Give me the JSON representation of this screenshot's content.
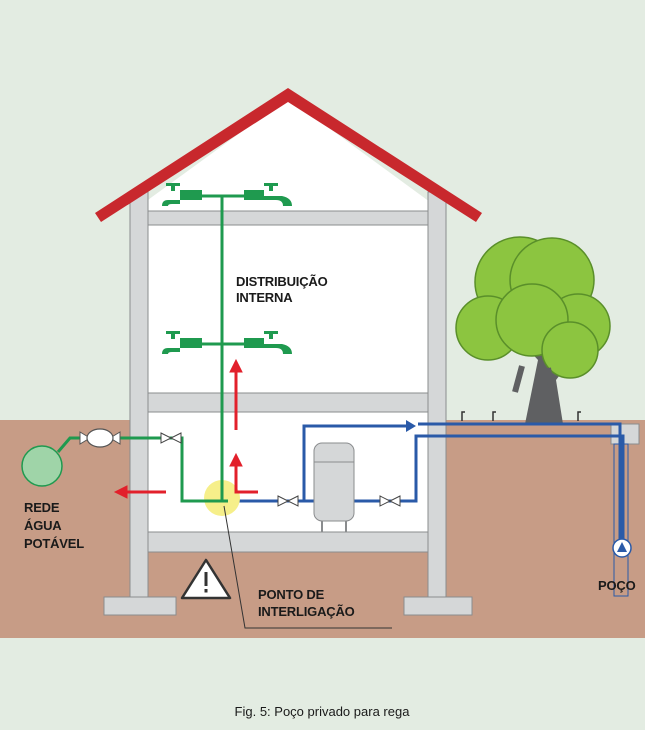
{
  "labels": {
    "distribution_line1": "DISTRIBUIÇÃO",
    "distribution_line2": "INTERNA",
    "network_line1": "REDE",
    "network_line2": "ÁGUA",
    "network_line3": "POTÁVEL",
    "interconnection_line1": "PONTO DE",
    "interconnection_line2": "INTERLIGAÇÃO",
    "well": "POÇO"
  },
  "caption": "Fig. 5: Poço privado para rega",
  "colors": {
    "background": "#e3ece2",
    "soil": "#c79c86",
    "roof": "#c8282d",
    "house_fill": "#ffffff",
    "house_wall": "#d5d7d8",
    "house_outline": "#8a8c8e",
    "potable_pipe": "#1f9a4f",
    "well_pipe": "#2a5aa8",
    "flow_arrow": "#e2202b",
    "tree_foliage": "#8cc540",
    "tree_trunk": "#5f6062",
    "junction_highlight": "#f6ef8a"
  },
  "icons": [
    "faucet-icon",
    "warning-triangle-icon",
    "pump-icon",
    "valve-icon",
    "water-meter-icon",
    "pressure-tank-icon"
  ]
}
